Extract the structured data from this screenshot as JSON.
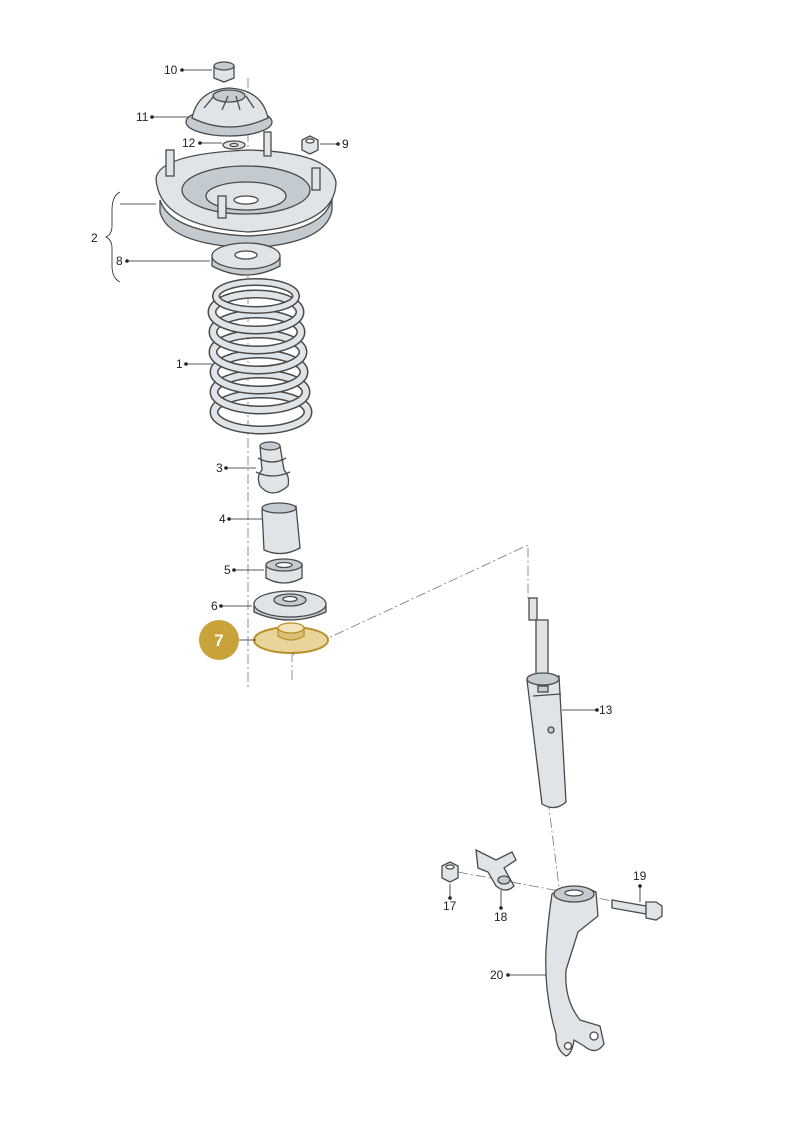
{
  "colors": {
    "part_fill": "#dfe4e8",
    "part_shade": "#c3cbd1",
    "part_stroke": "#4a4a4a",
    "highlight_fill": "#c9a23a",
    "highlight_part": "#e9d49b",
    "highlight_outline": "#b8902a"
  },
  "highlight": {
    "label": "7"
  },
  "labels": {
    "l1": "1",
    "l2": "2",
    "l3": "3",
    "l4": "4",
    "l5": "5",
    "l6": "6",
    "l8": "8",
    "l9": "9",
    "l10": "10",
    "l11": "11",
    "l12": "12",
    "l13": "13",
    "l17": "17",
    "l18": "18",
    "l19": "19",
    "l20": "20"
  }
}
